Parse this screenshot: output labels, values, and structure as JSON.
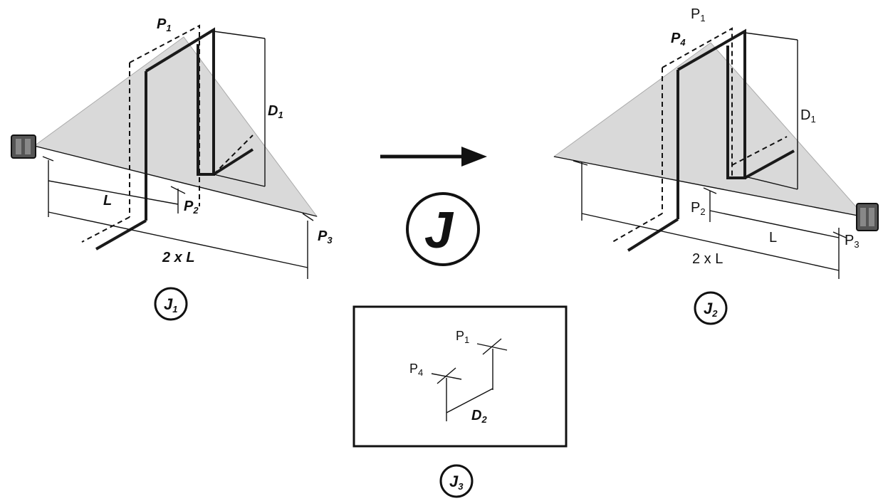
{
  "diagram": {
    "main_badge": "J",
    "left": {
      "badge": "J",
      "badge_sub": "1",
      "p1": "P",
      "p1_sub": "1",
      "p2": "P",
      "p2_sub": "2",
      "p3": "P",
      "p3_sub": "3",
      "d1": "D",
      "d1_sub": "1",
      "l": "L",
      "twoxl": "2 x L"
    },
    "right": {
      "badge": "J",
      "badge_sub": "2",
      "p1": "P",
      "p1_sub": "1",
      "p2": "P",
      "p2_sub": "2",
      "p3": "P",
      "p3_sub": "3",
      "p4": "P",
      "p4_sub": "4",
      "d1": "D",
      "d1_sub": "1",
      "l": "L",
      "twoxl": "2 x L"
    },
    "inset": {
      "badge": "J",
      "badge_sub": "3",
      "p1": "P",
      "p1_sub": "1",
      "p4": "P",
      "p4_sub": "4",
      "d2": "D",
      "d2_sub": "2"
    }
  }
}
